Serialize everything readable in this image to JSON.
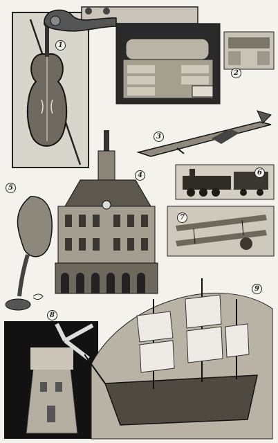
{
  "plate": {
    "ink": "#1c1c1c",
    "paper": "#f4f2ec",
    "halftone_grey": "#9a978f",
    "items": [
      {
        "number": "1",
        "icon": "violin-and-bow"
      },
      {
        "number": "2",
        "icon": "roll-top-desk"
      },
      {
        "number": "3",
        "icon": "monoplane"
      },
      {
        "number": "4",
        "icon": "gothic-town-hall"
      },
      {
        "number": "5",
        "icon": "gramophone-horn"
      },
      {
        "number": "6",
        "icon": "locomotive"
      },
      {
        "number": "7",
        "icon": "biplane"
      },
      {
        "number": "8",
        "icon": "windmill"
      },
      {
        "number": "9",
        "icon": "sailing-galleon"
      }
    ]
  }
}
